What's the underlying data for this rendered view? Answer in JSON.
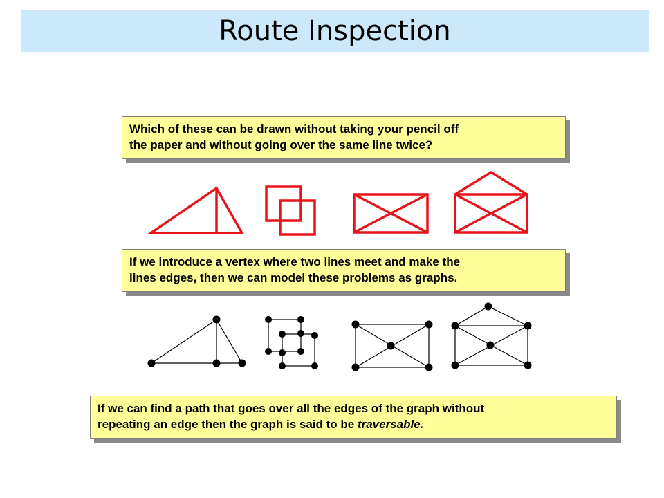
{
  "title": "Route Inspection",
  "boxes": {
    "question": {
      "line1": "Which of these can be drawn without taking your pencil off",
      "line2": "the paper and without going over the same line twice?"
    },
    "vertex": {
      "line1": "If we introduce a vertex where two lines meet and make the",
      "line2": "lines edges, then we can model these problems as graphs."
    },
    "traversable": {
      "line1": "If we can find a path that goes over all the edges of the graph without",
      "line2_prefix": "repeating an edge then the graph is said to be ",
      "line2_emphasis": "traversable."
    }
  },
  "colors": {
    "title_band": "#cce9fb",
    "note_fill": "#ffff99",
    "shape_stroke": "#e8141c",
    "graph_stroke": "#000000"
  },
  "figures": {
    "shapes": [
      "triangle",
      "overlapping-squares",
      "envelope",
      "open-envelope"
    ],
    "graphs": [
      "triangle-graph",
      "squares-graph",
      "envelope-graph",
      "open-envelope-graph"
    ]
  }
}
